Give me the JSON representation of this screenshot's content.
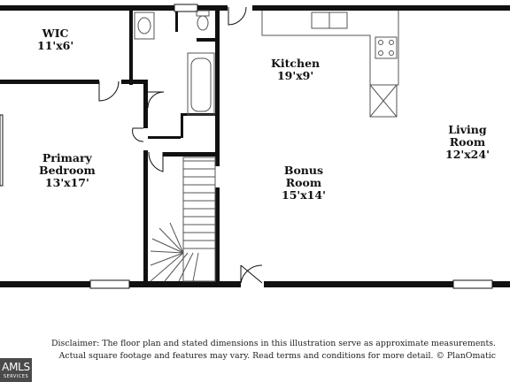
{
  "rooms": {
    "wic": {
      "name": "WIC",
      "dims": "11'x6'"
    },
    "kitchen": {
      "name": "Kitchen",
      "dims": "19'x9'"
    },
    "living": {
      "name_line1": "Living",
      "name_line2": "Room",
      "dims": "12'x24'"
    },
    "primary": {
      "name_line1": "Primary",
      "name_line2": "Bedroom",
      "dims": "13'x17'"
    },
    "bonus": {
      "name_line1": "Bonus",
      "name_line2": "Room",
      "dims": "15'x14'"
    }
  },
  "disclaimer": {
    "line1": "Disclaimer: The floor plan and stated dimensions in this illustration serve as approximate measurements.",
    "line2": "Actual square footage and features may vary. Read terms and conditions for more detail. © PlanOmatic"
  },
  "badge": {
    "logo": "AMLS",
    "sub": "SERVICES"
  },
  "colors": {
    "wall": "#111111",
    "fixture": "#555555",
    "background": "#ffffff"
  }
}
